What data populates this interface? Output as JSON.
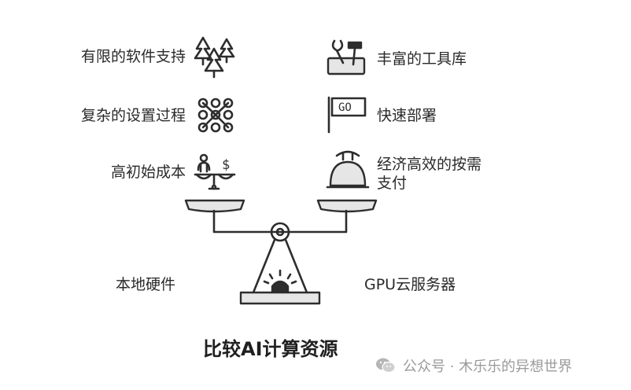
{
  "title": "比较AI计算资源",
  "left": {
    "items": [
      "有限的软件支持",
      "复杂的设置过程",
      "高初始成本"
    ],
    "caption": "本地硬件"
  },
  "right": {
    "items": [
      "丰富的工具库",
      "快速部署",
      "经济高效的按需支付"
    ],
    "caption": "GPU云服务器"
  },
  "flag_text": "GO",
  "watermark": "公众号 · 木乐乐的异想世界",
  "icons": {
    "left": [
      "pine-trees-icon",
      "network-nodes-icon",
      "person-money-scale-icon"
    ],
    "right": [
      "tools-box-icon",
      "go-flag-icon",
      "service-bell-icon"
    ]
  }
}
